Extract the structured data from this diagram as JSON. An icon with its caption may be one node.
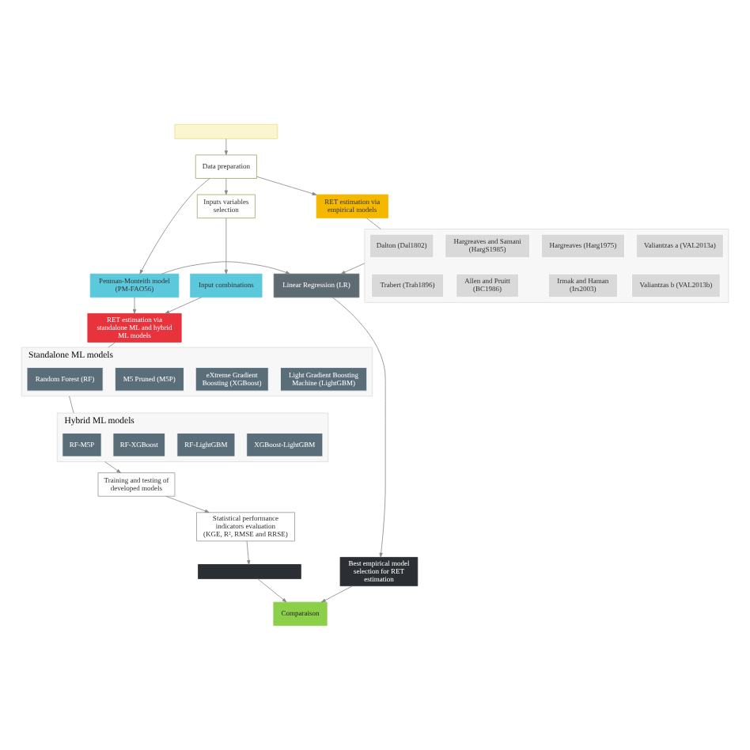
{
  "diagram": {
    "nodes": [
      {
        "text": [],
        "shape": "box"
      },
      {
        "text": [
          "Data preparation"
        ]
      },
      {
        "text": [
          "Inputs variables selection"
        ]
      },
      {
        "text": [
          "RET estimation via empirical models"
        ]
      },
      {
        "text": [],
        "shape": "box"
      },
      {
        "text": [
          "Dalton (Dal1802)"
        ],
        "in": 4
      },
      {
        "text": [
          "Hargreaves and Samani (HargS1985)"
        ],
        "in": 4
      },
      {
        "text": [
          "Hargreaves (Harg1975)"
        ],
        "in": 4
      },
      {
        "text": [
          "Valiantzas a (VAL2013a)"
        ],
        "in": 4
      },
      {
        "text": [
          "Trabert (Trab1896)"
        ],
        "in": 4
      },
      {
        "text": [
          "Allen and Pruitt (BC1986)"
        ],
        "in": 4
      },
      {
        "text": [
          "Irmak and Haman (Irs2003)"
        ],
        "in": 4
      },
      {
        "text": [
          "Valiantzas b (VAL2013b)"
        ],
        "in": 4
      },
      {
        "text": [
          "Linear Regression (LR)"
        ]
      },
      {
        "text": [
          "Penman-Monteith model (PM-FAO56)"
        ]
      },
      {
        "text": [
          "Input combinations"
        ]
      },
      {
        "text": [
          "Best empirical model selection for RET estimation"
        ]
      },
      {
        "text": [
          "RET estimation via standalone ML and hybrid ML models"
        ]
      },
      {
        "text": [
          "Standalone ML models"
        ]
      },
      {
        "text": [
          "Random Forest (RF)"
        ],
        "in": 18
      },
      {
        "text": [
          "M5 Pruned (M5P)"
        ],
        "in": 18
      },
      {
        "text": [
          "eXtreme Gradient Boosting (XGBoost)"
        ],
        "in": 18
      },
      {
        "text": [
          "Light Gradient Boosting Machine (LightGBM)"
        ],
        "in": 18
      },
      {
        "text": [
          "Hybrid ML models"
        ]
      },
      {
        "text": [
          "RF-M5P"
        ],
        "in": 23
      },
      {
        "text": [
          "RF-XGBoost"
        ],
        "in": 23
      },
      {
        "text": [
          "RF-LightGBM"
        ],
        "in": 23
      },
      {
        "text": [
          "XGBoost-LightGBM"
        ],
        "in": 23
      },
      {
        "text": [
          "Training and testing of developed models"
        ]
      },
      {
        "text": [
          "Statistical performance indicators evaluation (KGE, R², RMSE and RRSE)"
        ]
      },
      {
        "text": [
          "Comparaison"
        ]
      },
      {
        "text": [],
        "shape": "box"
      }
    ],
    "edges": [
      {
        "from": 0,
        "to": 1,
        "arrow": "to"
      },
      {
        "from": 1,
        "to": 2,
        "arrow": "to"
      },
      {
        "from": 1,
        "to": 3,
        "arrow": "to"
      },
      {
        "from": 1,
        "to": 14,
        "arrow": "to"
      },
      {
        "from": 2,
        "to": 15,
        "arrow": "to"
      },
      {
        "from": 3,
        "to": 4,
        "arrow": "none"
      },
      {
        "from": 4,
        "to": 13,
        "arrow": "to"
      },
      {
        "from": 14,
        "to": 13,
        "arrow": "to"
      },
      {
        "from": 13,
        "to": 16,
        "arrow": "to"
      },
      {
        "from": 15,
        "to": 17,
        "arrow": "to"
      },
      {
        "from": 14,
        "to": 17,
        "arrow": "to"
      },
      {
        "from": 16,
        "to": 30,
        "arrow": "to"
      },
      {
        "from": 17,
        "to": 18,
        "arrow": "none"
      },
      {
        "from": 18,
        "to": 23,
        "arrow": "none"
      },
      {
        "from": 23,
        "to": 28,
        "arrow": "to"
      },
      {
        "from": 28,
        "to": 29,
        "arrow": "to"
      },
      {
        "from": 29,
        "to": 31,
        "arrow": "to"
      },
      {
        "from": 31,
        "to": 30,
        "arrow": "to"
      }
    ]
  }
}
